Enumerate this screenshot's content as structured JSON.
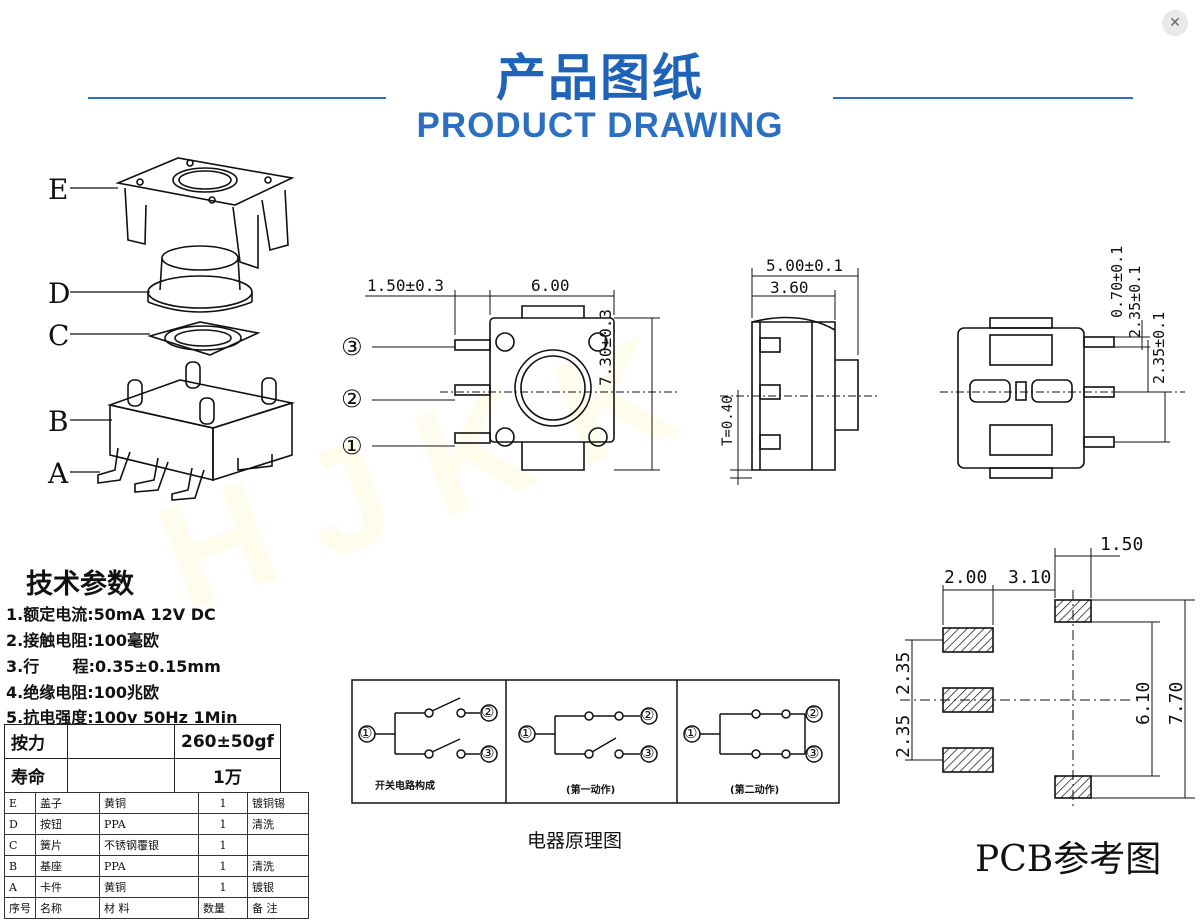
{
  "header": {
    "title_cn": "产品图纸",
    "title_en": "PRODUCT DRAWING",
    "accent_color": "#2b6fc2"
  },
  "exploded_view": {
    "labels": [
      "E",
      "D",
      "C",
      "B",
      "A"
    ]
  },
  "front_view": {
    "dim_left": "1.50±0.3",
    "dim_top": "6.00",
    "dim_right": "7.30±0.3",
    "pins": [
      "③",
      "②",
      "①"
    ]
  },
  "side_view": {
    "dim_outer": "5.00±0.1",
    "dim_inner": "3.60",
    "dim_thickness": "T=0.40"
  },
  "right_view": {
    "dim_a": "0.70±0.1",
    "dim_b": "2.35±0.1",
    "dim_c": "2.35±0.1"
  },
  "specs": {
    "title": "技术参数",
    "lines": [
      "1.额定电流:50mA 12V DC",
      "2.接触电阻:100毫欧",
      "3.行      程:0.35±0.15mm",
      "4.绝缘电阻:100兆欧",
      "5.抗电强度:100v 50Hz 1Min"
    ]
  },
  "table_main": {
    "rows": [
      {
        "label": "按力",
        "value": "260±50gf"
      },
      {
        "label": "寿命",
        "value": "1万"
      }
    ]
  },
  "bom": {
    "rows": [
      {
        "id": "E",
        "name": "盖子",
        "material": "黄铜",
        "qty": "1",
        "note": "镀铜锡"
      },
      {
        "id": "D",
        "name": "按钮",
        "material": "PPA",
        "qty": "1",
        "note": "清洗"
      },
      {
        "id": "C",
        "name": "簧片",
        "material": "不锈钢覆银",
        "qty": "1",
        "note": ""
      },
      {
        "id": "B",
        "name": "基座",
        "material": "PPA",
        "qty": "1",
        "note": "清洗"
      },
      {
        "id": "A",
        "name": "卡件",
        "material": "黄铜",
        "qty": "1",
        "note": "镀银"
      }
    ],
    "header": {
      "id": "序号",
      "name": "名称",
      "material": "材  料",
      "qty": "数量",
      "note": "备  注"
    }
  },
  "schematic": {
    "caption": "电器原理图",
    "panels": [
      "开关电路构成",
      "(第一动作)",
      "(第二动作)"
    ],
    "terminals": [
      "①",
      "②",
      "③"
    ]
  },
  "pcb": {
    "caption": "PCB参考图",
    "dim_top": "1.50",
    "dim_pad_w": "2.00",
    "dim_gap": "3.10",
    "dim_pitch_1": "2.35",
    "dim_pitch_2": "2.35",
    "dim_inner_h": "6.10",
    "dim_outer_h": "7.70"
  }
}
